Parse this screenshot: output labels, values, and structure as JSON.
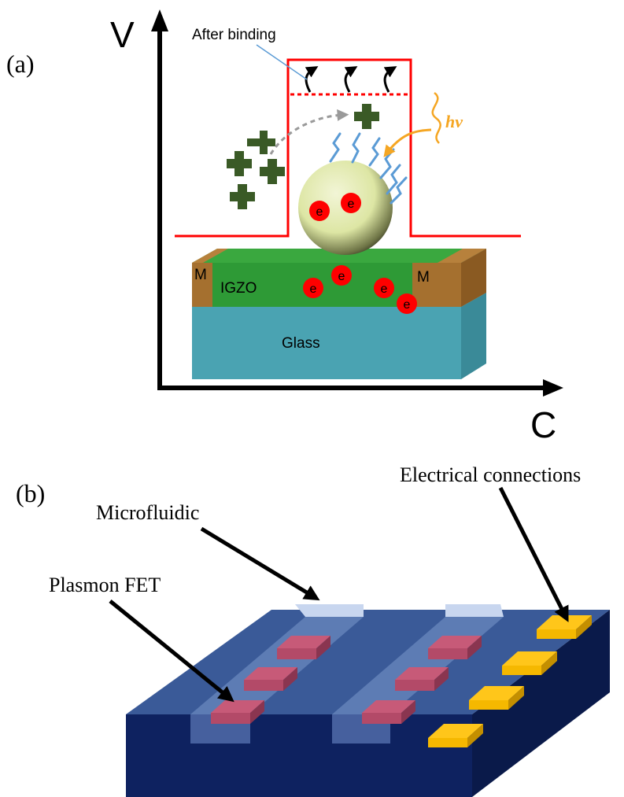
{
  "panel_a": {
    "label": "(a)",
    "y_axis_label": "V",
    "x_axis_label": "C",
    "after_binding_label": "After binding",
    "hv_label": "hv",
    "electron_symbol": "e",
    "metal_label": "M",
    "channel_label": "IGZO",
    "substrate_label": "Glass"
  },
  "panel_b": {
    "label": "(b)",
    "microfluidic_label": "Microfluidic",
    "plasmon_fet_label": "Plasmon FET",
    "electrical_connections_label": "Electrical connections"
  },
  "colors": {
    "barrier": "#ff0000",
    "igzo": "#2e9a36",
    "metal": "#a5702f",
    "glass": "#4aa3b2",
    "target_molecule": "#3a5a26",
    "electron": "#ff0000",
    "linker": "#5b9bd5",
    "light": "#f5a623",
    "chip": "#2a4478",
    "fet": "#b34a68",
    "pad": "#f5b800"
  },
  "icons": [
    "plus-molecule-icon",
    "electron-icon",
    "curved-arrow-icon",
    "wavy-light-icon"
  ]
}
